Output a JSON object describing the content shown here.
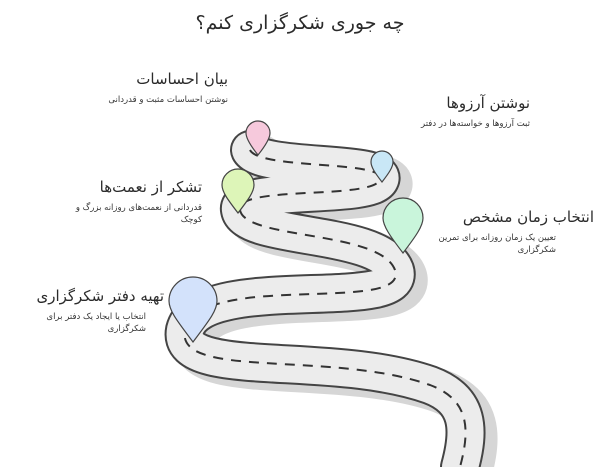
{
  "title": "چه جوری شکرگزاری کنم؟",
  "steps": [
    {
      "heading": "بیان احساسات",
      "desc": "نوشتن احساسات مثبت و قدردانی",
      "color": "#f6c9dc"
    },
    {
      "heading": "نوشتن آرزوها",
      "desc": "ثبت آرزوها و خواسته‌ها در دفتر",
      "color": "#c9e7f6"
    },
    {
      "heading": "تشکر از نعمت‌ها",
      "desc": "قدردانی از نعمت‌های روزانه بزرگ و کوچک",
      "color": "#ddf5b8"
    },
    {
      "heading": "انتخاب زمان مشخص",
      "desc": "تعیین یک زمان روزانه برای تمرین شکرگزاری",
      "color": "#c9f5db"
    },
    {
      "heading": "تهیه دفتر شکرگزاری",
      "desc": "انتخاب یا ایجاد یک دفتر برای شکرگزاری",
      "color": "#d3e2fb"
    }
  ]
}
